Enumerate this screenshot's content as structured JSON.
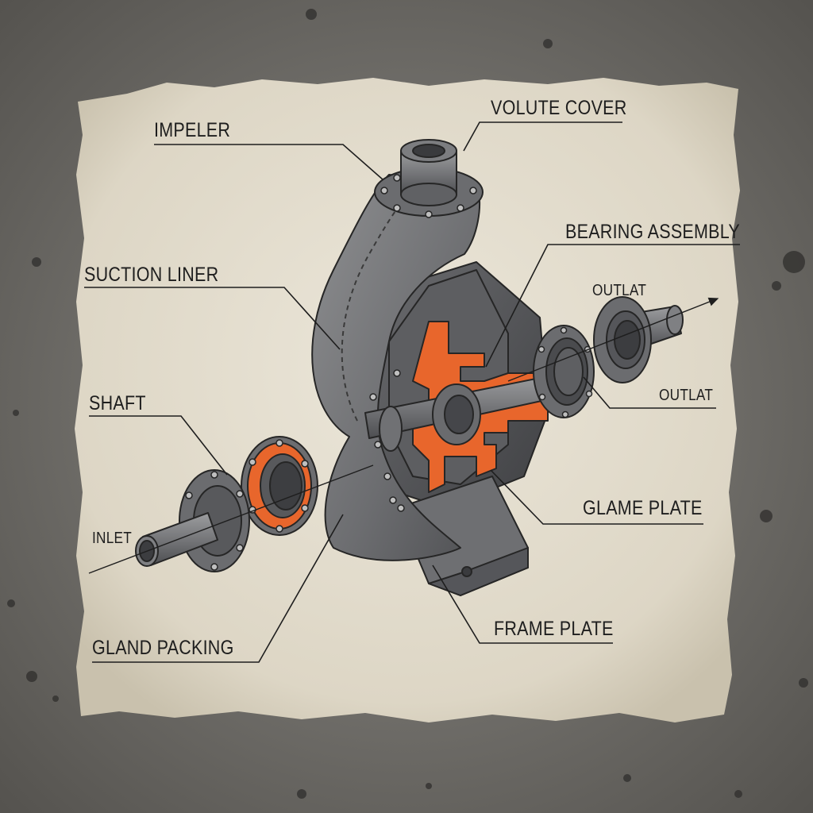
{
  "labels": {
    "impeler": "IMPELER",
    "volute_cover": "VOLUTE COVER",
    "bearing_assembly": "BEARING ASSEMBLY",
    "suction_liner": "SUCTION LINER",
    "outlat_top": "OUTLAT",
    "outlat_right": "OUTLAT",
    "shaft": "SHAFT",
    "inlet": "INLET",
    "glame_plate": "GLAME PLATE",
    "frame_plate": "FRAME PLATE",
    "gland_packing": "GLAND PACKING"
  },
  "colors": {
    "background_concrete": "#6f6d69",
    "paper": "#e2dccd",
    "metal": "#76777a",
    "cutaway_accent": "#e8662c",
    "ink": "#1e1e1e"
  }
}
